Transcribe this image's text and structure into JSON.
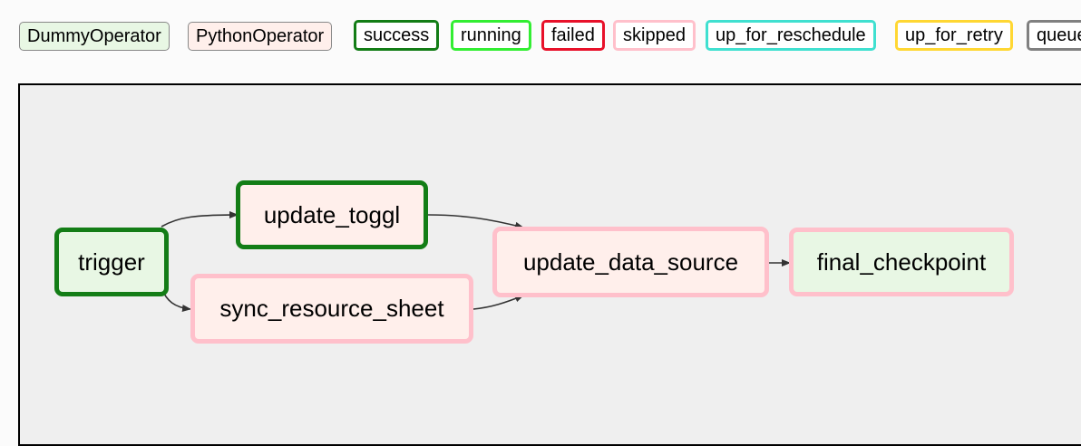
{
  "colors": {
    "dummy_operator": "#e8f7e4",
    "python_operator": "#ffefeb",
    "success": "#137d16",
    "running": "#33ee33",
    "failed": "#e8112a",
    "skipped": "#ffc0cb",
    "up_for_reschedule": "#40e0d0",
    "up_for_retry": "#ffd733",
    "queued": "#808080",
    "canvas_bg": "#efefef",
    "edge": "#333333"
  },
  "legend": {
    "operators": [
      {
        "label": "DummyOperator",
        "color": "#e8f7e4"
      },
      {
        "label": "PythonOperator",
        "color": "#ffefeb"
      }
    ],
    "states": [
      {
        "label": "success",
        "color": "#137d16"
      },
      {
        "label": "running",
        "color": "#33ee33"
      },
      {
        "label": "failed",
        "color": "#e8112a"
      },
      {
        "label": "skipped",
        "color": "#ffc0cb"
      },
      {
        "label": "up_for_reschedule",
        "color": "#40e0d0"
      },
      {
        "label": "up_for_retry",
        "color": "#ffd733"
      },
      {
        "label": "queued",
        "color": "#808080"
      }
    ]
  },
  "graph": {
    "nodes": [
      {
        "id": "trigger",
        "label": "trigger",
        "operator": "DummyOperator",
        "state": "success"
      },
      {
        "id": "update_toggl",
        "label": "update_toggl",
        "operator": "PythonOperator",
        "state": "success"
      },
      {
        "id": "sync_resource_sheet",
        "label": "sync_resource_sheet",
        "operator": "PythonOperator",
        "state": "skipped"
      },
      {
        "id": "update_data_source",
        "label": "update_data_source",
        "operator": "PythonOperator",
        "state": "skipped"
      },
      {
        "id": "final_checkpoint",
        "label": "final_checkpoint",
        "operator": "DummyOperator",
        "state": "skipped"
      }
    ],
    "edges": [
      {
        "from": "trigger",
        "to": "update_toggl"
      },
      {
        "from": "trigger",
        "to": "sync_resource_sheet"
      },
      {
        "from": "update_toggl",
        "to": "update_data_source"
      },
      {
        "from": "sync_resource_sheet",
        "to": "update_data_source"
      },
      {
        "from": "update_data_source",
        "to": "final_checkpoint"
      }
    ]
  }
}
